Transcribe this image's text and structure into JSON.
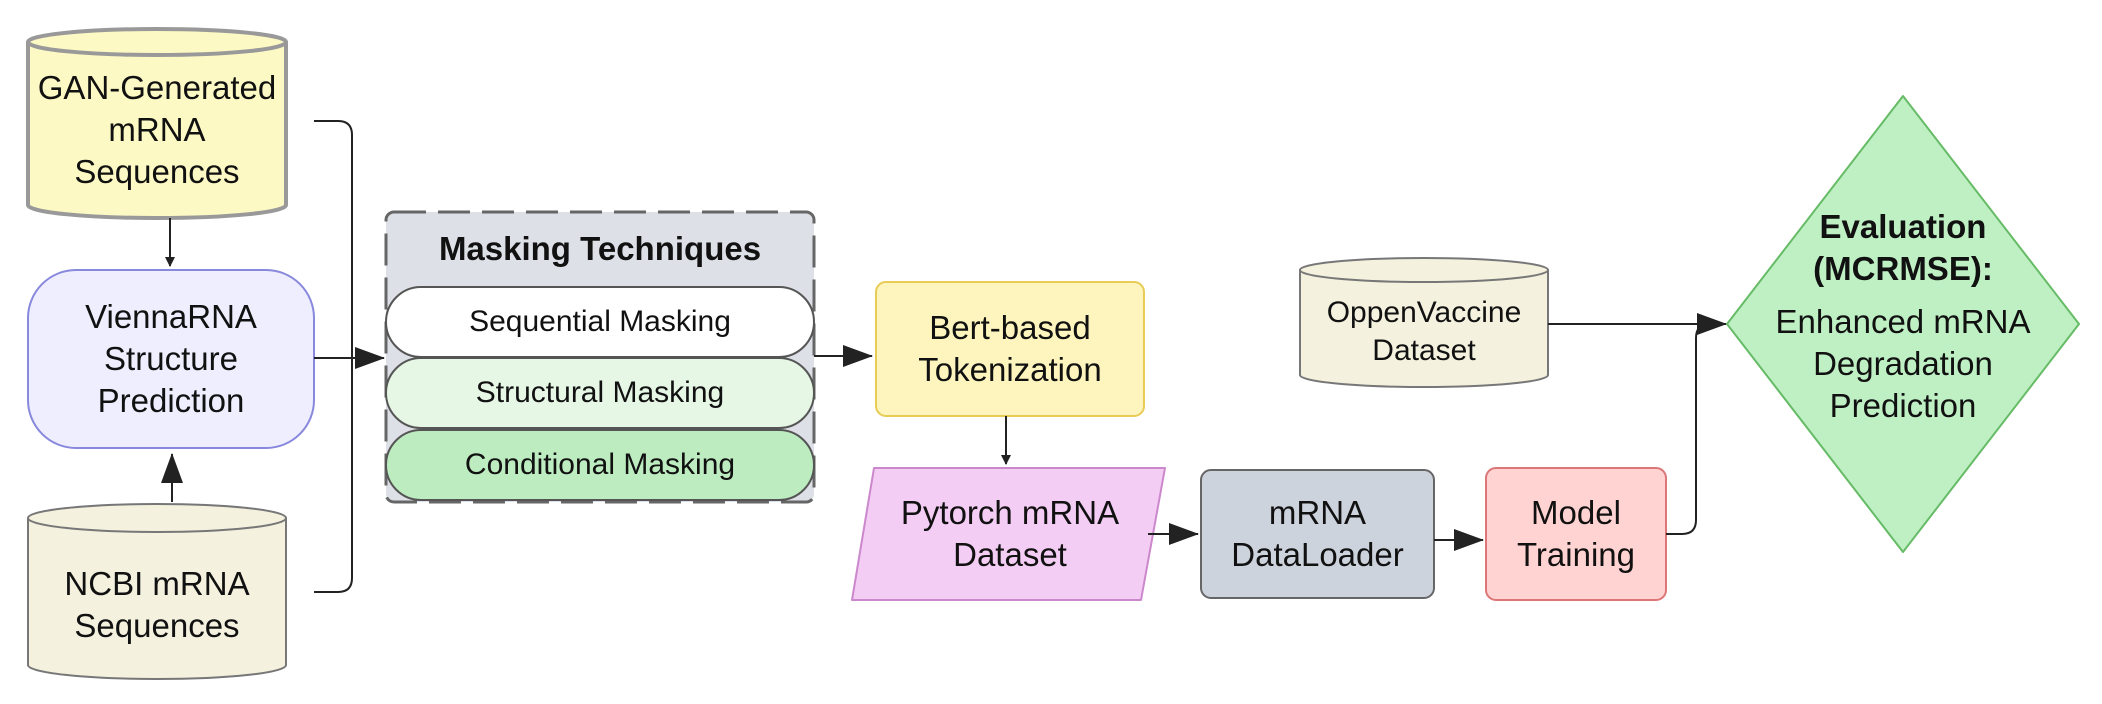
{
  "nodes": {
    "gan": {
      "label": "GAN-Generated\nmRNA\nSequences",
      "fill": "#fdf9c4",
      "stroke": "#999999"
    },
    "vienna": {
      "label": "ViennaRNA\nStructure\nPrediction",
      "fill": "#eeeeff",
      "stroke": "#8888dd"
    },
    "ncbi": {
      "label": "NCBI mRNA\nSequences",
      "fill": "#f4f1de",
      "stroke": "#777777"
    },
    "masking": {
      "title": "Masking Techniques",
      "fill": "#dde0e6",
      "stroke": "#666666",
      "items": [
        {
          "label": "Sequential Masking",
          "fill": "#ffffff"
        },
        {
          "label": "Structural Masking",
          "fill": "#e6f7e6"
        },
        {
          "label": "Conditional Masking",
          "fill": "#bdecc0"
        }
      ]
    },
    "bert": {
      "label": "Bert-based\nTokenization",
      "fill": "#fdf5bd",
      "stroke": "#e8cc55"
    },
    "pytorch": {
      "label": "Pytorch mRNA\nDataset",
      "fill": "#f3cdf3",
      "stroke": "#cc88cc"
    },
    "loader": {
      "label": "mRNA\nDataLoader",
      "fill": "#cdd3dd",
      "stroke": "#666666"
    },
    "training": {
      "label": "Model\nTraining",
      "fill": "#ffd3d1",
      "stroke": "#dd7777"
    },
    "oppen": {
      "label": "OppenVaccine\nDataset",
      "fill": "#f4f1de",
      "stroke": "#777777"
    },
    "evaluation": {
      "title": "Evaluation\n(MCRMSE):",
      "label": "Enhanced mRNA\nDegradation\nPrediction",
      "fill": "#bff0c4",
      "stroke": "#66bb66"
    }
  },
  "colors": {
    "connector": "#222222",
    "background": "#ffffff"
  }
}
